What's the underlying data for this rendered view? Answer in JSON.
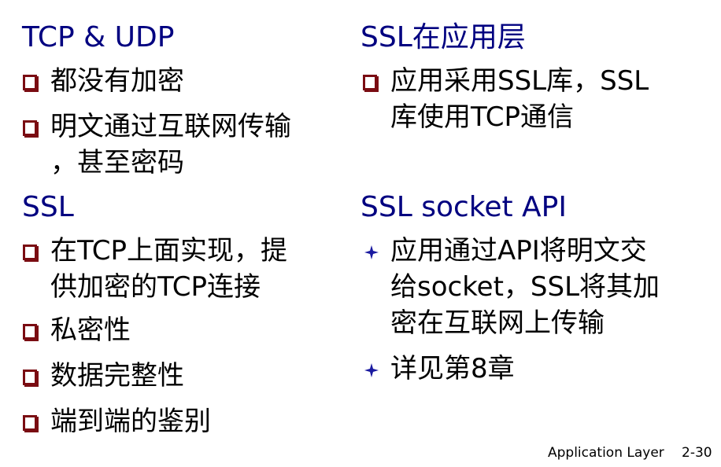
{
  "left": {
    "section1": {
      "title": "TCP & UDP",
      "items": [
        "都没有加密",
        "明文通过互联网传输",
        "，甚至密码"
      ]
    },
    "section2": {
      "title": "SSL",
      "items": [
        "在TCP上面实现，提",
        "供加密的TCP连接",
        "私密性",
        "数据完整性",
        "端到端的鉴别"
      ]
    }
  },
  "right": {
    "section1": {
      "title": "SSL在应用层",
      "items": [
        "应用采用SSL库，SSL",
        "库使用TCP通信"
      ]
    },
    "section2": {
      "title": "SSL socket API",
      "items": [
        "应用通过API将明文交",
        "给socket，SSL将其加",
        "密在互联网上传输",
        "详见第8章"
      ]
    }
  },
  "footer": {
    "label": "Application Layer",
    "page": "2-30"
  },
  "colors": {
    "heading": "#000080",
    "bullet": "#7a0c12",
    "diamond": "#1a1aa0"
  }
}
